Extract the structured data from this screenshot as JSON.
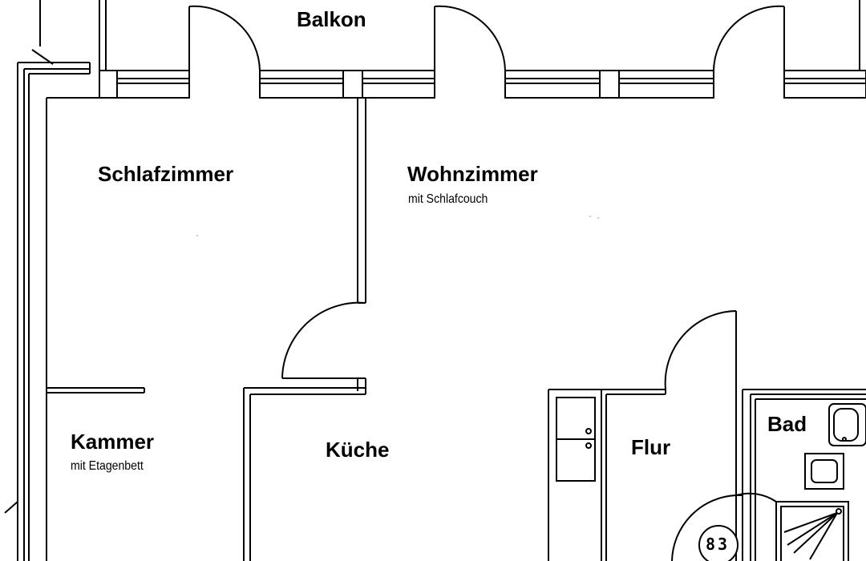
{
  "rooms": {
    "balkon": {
      "label": "Balkon"
    },
    "schlafzimmer": {
      "label": "Schlafzimmer"
    },
    "wohnzimmer": {
      "label": "Wohnzimmer",
      "note": "mit Schlafcouch"
    },
    "kammer": {
      "label": "Kammer",
      "note": "mit Etagenbett"
    },
    "kueche": {
      "label": "Küche"
    },
    "flur": {
      "label": "Flur"
    },
    "bad": {
      "label": "Bad"
    }
  },
  "stair_number": "83",
  "colors": {
    "line": "#000000",
    "background": "#ffffff"
  }
}
